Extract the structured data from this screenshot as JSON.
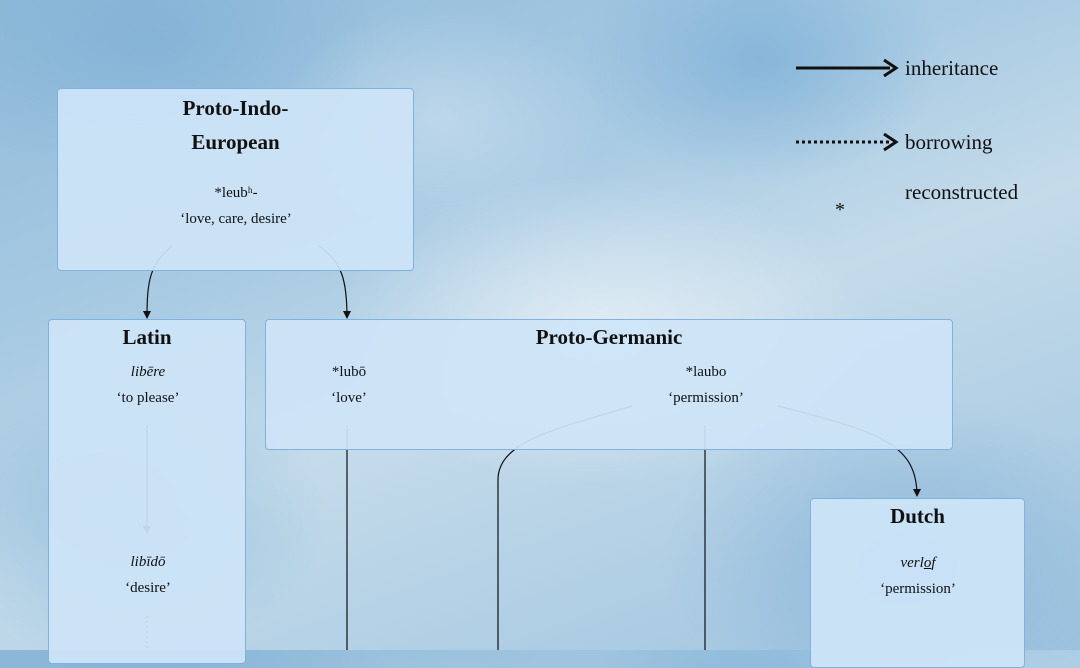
{
  "legend": {
    "inheritance": "inheritance",
    "borrowing": "borrowing",
    "reconstructed_symbol": "*",
    "reconstructed": "reconstructed"
  },
  "nodes": {
    "pie": {
      "title_line1": "Proto-Indo-",
      "title_line2": "European",
      "word": {
        "form": "*leubʰ-",
        "gloss": "‘love, care, desire’"
      }
    },
    "latin": {
      "title": "Latin",
      "word1": {
        "form": "libēre",
        "gloss": "‘to please’"
      },
      "word2": {
        "form": "libīdō",
        "gloss": "‘desire’"
      }
    },
    "proto_germanic": {
      "title": "Proto-Germanic",
      "word1": {
        "form": "*lubō",
        "gloss": "‘love’"
      },
      "word2": {
        "form": "*laubo",
        "gloss": "‘permission’"
      }
    },
    "dutch": {
      "title": "Dutch",
      "word": {
        "form_pre": "verl",
        "form_ul": "o",
        "form_post": "f",
        "gloss": "‘permission’"
      }
    }
  },
  "colors": {
    "box_fill": "#cde4f7",
    "box_border": "#7fb2de",
    "line": "#111111"
  }
}
